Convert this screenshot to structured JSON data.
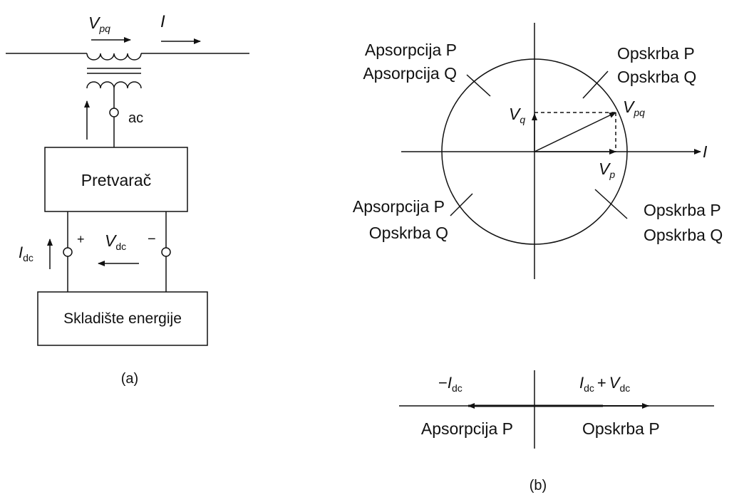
{
  "diagram_a": {
    "v_pq_main": "V",
    "v_pq_sub": "pq",
    "current": "I",
    "ac": "ac",
    "converter": "Pretvarač",
    "i_dc_main": "I",
    "i_dc_sub": "dc",
    "plus": "+",
    "v_dc_main": "V",
    "v_dc_sub": "dc",
    "minus": "−",
    "storage": "Skladište energije",
    "caption": "(a)"
  },
  "diagram_b": {
    "quadrants": {
      "top_left_1": "Apsorpcija P",
      "top_left_2": "Apsorpcija Q",
      "top_right_1": "Opskrba P",
      "top_right_2": "Opskrba Q",
      "bottom_left_1": "Apsorpcija P",
      "bottom_left_2": "Opskrba Q",
      "bottom_right_1": "Opskrba P",
      "bottom_right_2": "Opskrba Q"
    },
    "vq_main": "V",
    "vq_sub": "q",
    "vpq_main": "V",
    "vpq_sub": "pq",
    "vp_main": "V",
    "vp_sub": "p",
    "i_axis": "I",
    "neg_idc_prefix": "−",
    "neg_idc_main": "I",
    "neg_idc_sub": "dc",
    "idc_main": "I",
    "idc_sub": "dc",
    "plus": "+",
    "vdc_main": "V",
    "vdc_sub": "dc",
    "dc_left": "Apsorpcija P",
    "dc_right": "Opskrba P",
    "caption": "(b)"
  }
}
